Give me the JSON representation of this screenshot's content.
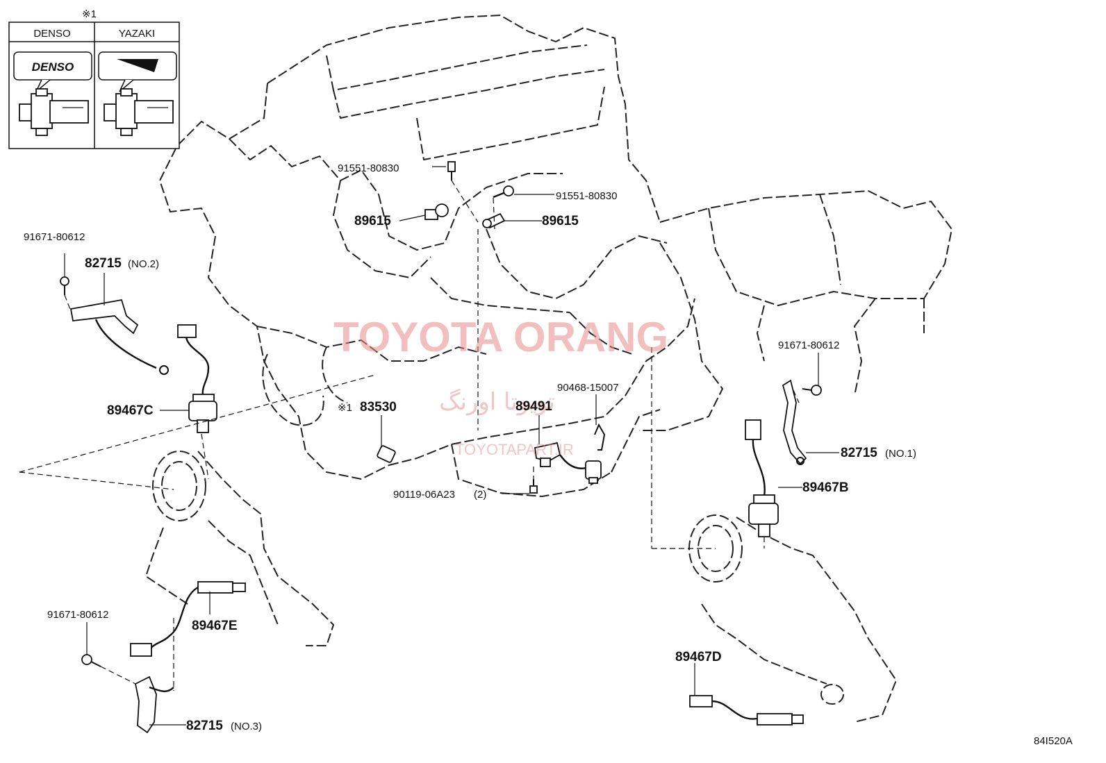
{
  "inset": {
    "note": "※1",
    "col_left": "DENSO",
    "col_right": "YAZAKI",
    "denso_logo_text": "DENSO"
  },
  "watermark": {
    "main": "TOYOTA ORANG",
    "persian": "تویوتا اورنگ",
    "site": "TOYOTAPART.IR"
  },
  "labels": {
    "bolt_top_left": "91551-80830",
    "bolt_top_right": "91551-80830",
    "cam_sensor_left": "89615",
    "cam_sensor_right": "89615",
    "bolt_bracket_no2": "91671-80612",
    "bracket_no2": "82715",
    "bracket_no2_suffix": "(NO.2)",
    "o2_sensor_c": "89467C",
    "knock_note": "※1",
    "knock_sensor": "83530",
    "crank_sensor": "89491",
    "clip": "90468-15007",
    "bolt_crank": "90119-06A23",
    "bolt_crank_qty": "(2)",
    "bolt_bracket_no1": "91671-80612",
    "bracket_no1": "82715",
    "bracket_no1_suffix": "(NO.1)",
    "o2_sensor_b": "89467B",
    "o2_sensor_e": "89467E",
    "bolt_bracket_no3": "91671-80612",
    "bracket_no3": "82715",
    "bracket_no3_suffix": "(NO.3)",
    "o2_sensor_d": "89467D",
    "figure_code": "84I520A"
  }
}
